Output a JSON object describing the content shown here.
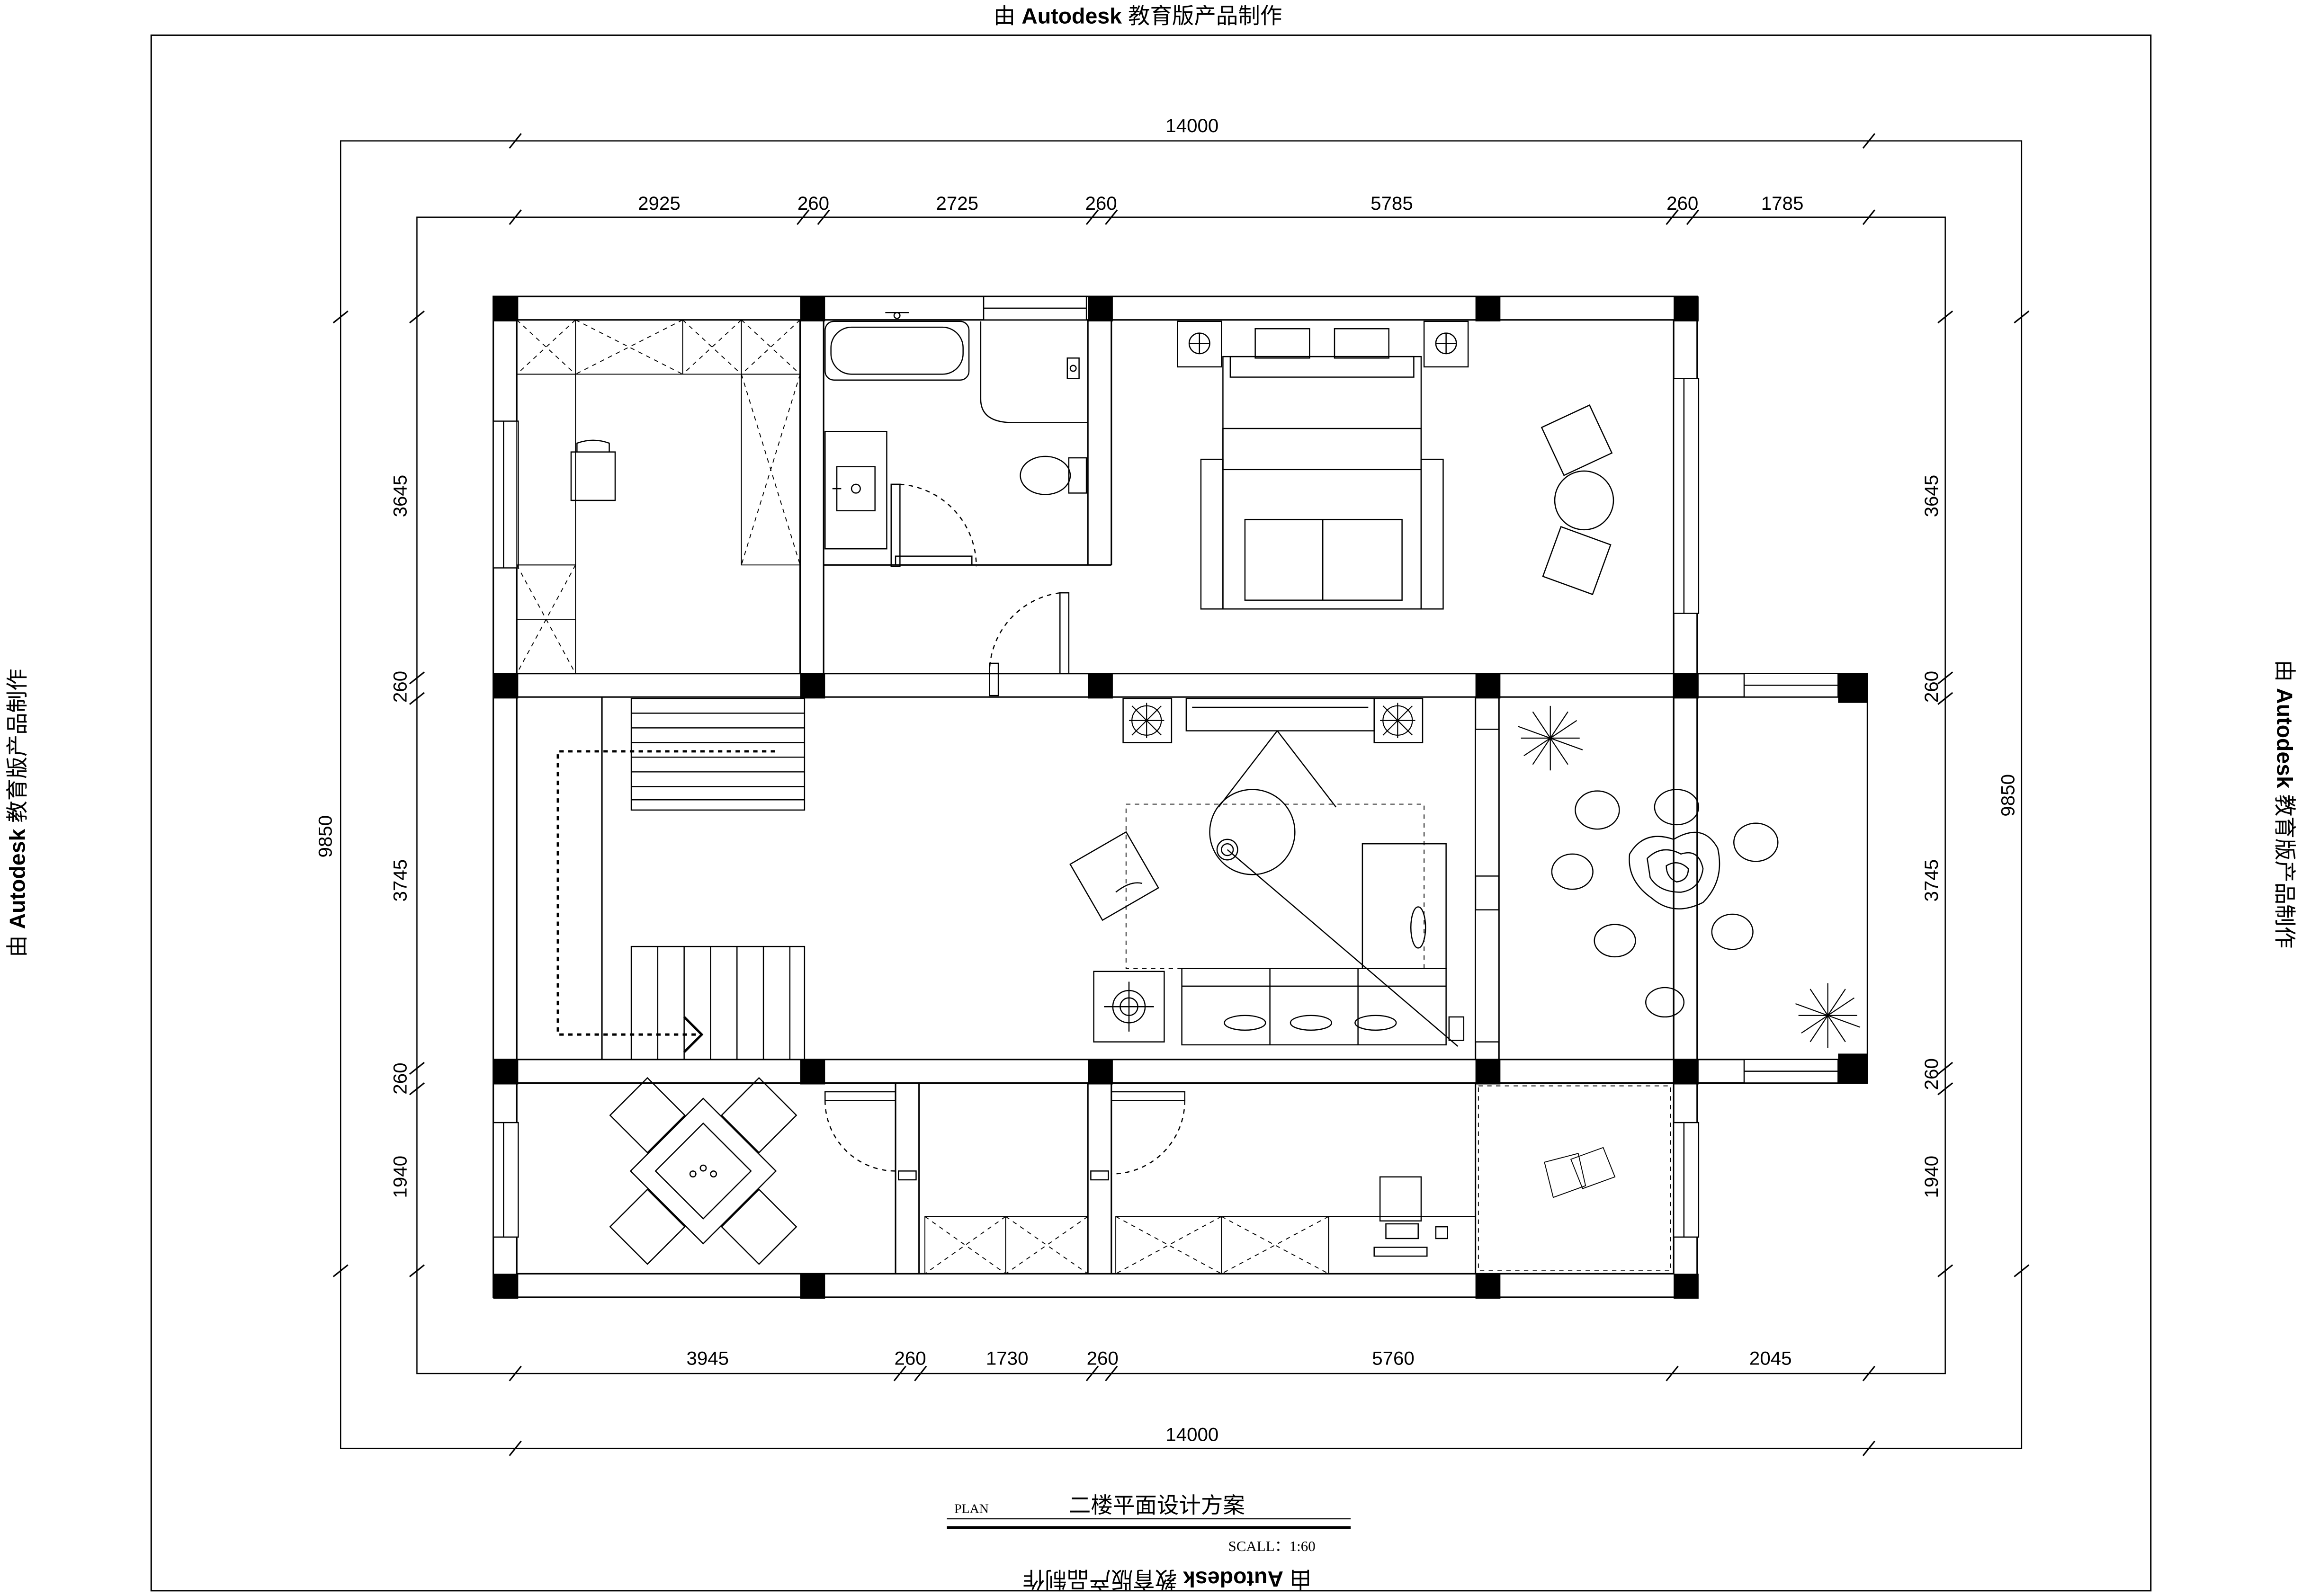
{
  "watermark": {
    "text_prefix": "由",
    "brand": "Autodesk",
    "text_suffix": "教育版产品制作"
  },
  "dimensions": {
    "overall_width": "14000",
    "overall_depth": "9850",
    "top_segments": [
      "2925",
      "260",
      "2725",
      "260",
      "5785",
      "260",
      "1785"
    ],
    "bottom_segments": [
      "3945",
      "260",
      "1730",
      "260",
      "5760",
      "2045"
    ],
    "left_segments": [
      "3645",
      "260",
      "3745",
      "260",
      "1940"
    ],
    "right_segments": [
      "3645",
      "260",
      "3745",
      "260",
      "1940"
    ]
  },
  "title_block": {
    "plan_label": "PLAN",
    "title": "二楼平面设计方案",
    "scale": "SCALL：1:60"
  },
  "colors": {
    "line": "#000000",
    "background": "#ffffff",
    "column_fill": "#000000"
  }
}
